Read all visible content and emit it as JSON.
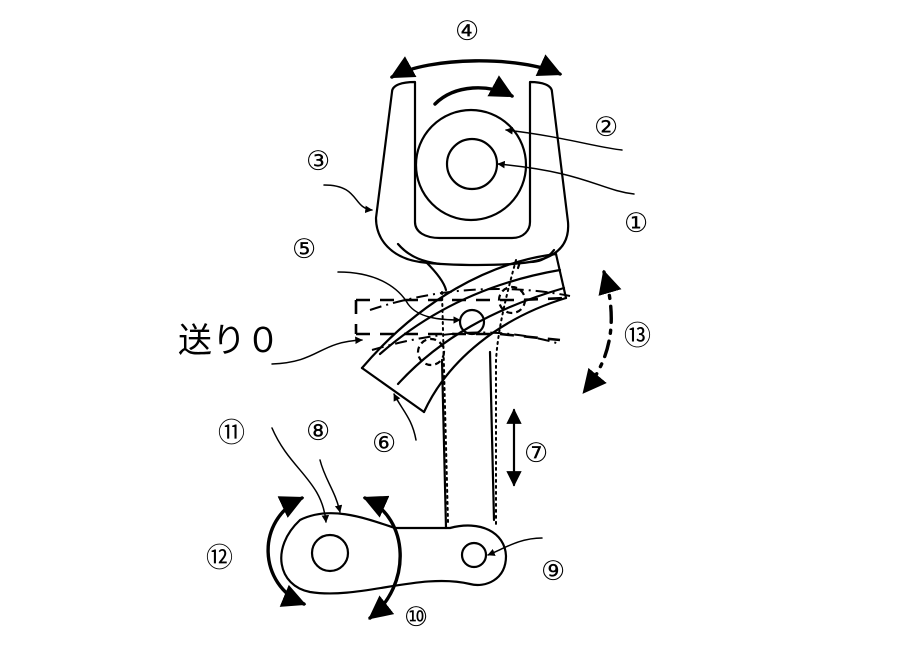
{
  "labels": {
    "l1": "①",
    "l2": "②",
    "l3": "③",
    "l4": "④",
    "l5": "⑤",
    "l6": "⑥",
    "l7": "⑦",
    "l8": "⑧",
    "l9": "⑨",
    "l10": "⑩",
    "l11": "⑪",
    "l12": "⑫",
    "l13": "⑬",
    "feed_zero": "送り０"
  }
}
